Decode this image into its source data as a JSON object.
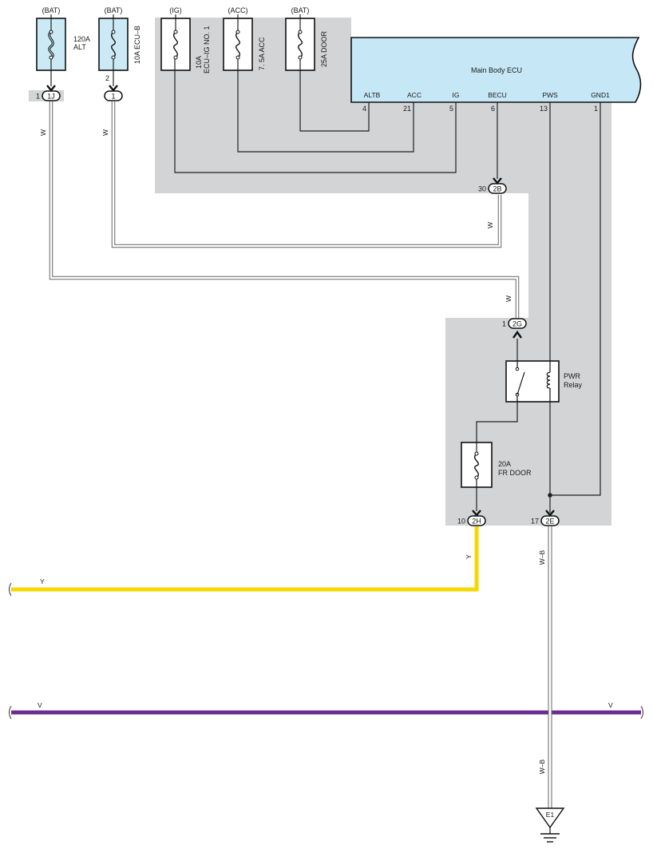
{
  "fuses": [
    {
      "source": "(BAT)",
      "rating": "120A",
      "name": "ALT"
    },
    {
      "source": "(BAT)",
      "rating": "10A",
      "name": "ECU–B"
    },
    {
      "source": "(IG)",
      "rating": "10A",
      "name": "ECU–IG NO. 1"
    },
    {
      "source": "(ACC)",
      "rating": "7. 5A",
      "name": "ACC"
    },
    {
      "source": "(BAT)",
      "rating": "25A",
      "name": "DOOR"
    }
  ],
  "ecu": {
    "title": "Main Body ECU",
    "terminals": [
      {
        "name": "ALTB",
        "pin": "4"
      },
      {
        "name": "ACC",
        "pin": "21"
      },
      {
        "name": "IG",
        "pin": "5"
      },
      {
        "name": "BECU",
        "pin": "6"
      },
      {
        "name": "PWS",
        "pin": "13"
      },
      {
        "name": "GND1",
        "pin": "1"
      }
    ]
  },
  "connectors": {
    "c1j": {
      "pin": "1",
      "name": "1J"
    },
    "c1": {
      "pin": "2",
      "name": "1"
    },
    "c2b": {
      "pin": "30",
      "name": "2B"
    },
    "c2g": {
      "pin": "1",
      "name": "2G"
    },
    "c2h": {
      "pin": "10",
      "name": "2H"
    },
    "c2e": {
      "pin": "17",
      "name": "2E"
    }
  },
  "relay": {
    "line1": "PWR",
    "line2": "Relay"
  },
  "fr_fuse": {
    "rating": "20A",
    "name": "FR DOOR"
  },
  "wires": {
    "w1": "W",
    "w2": "W",
    "w3": "W",
    "w4": "W",
    "y": "Y",
    "y_left": "Y",
    "v_left": "V",
    "v_right": "V",
    "wb_top": "W–B",
    "wb_bottom": "W–B"
  },
  "ground": {
    "name": "E1"
  },
  "colors": {
    "block": "#d3d4d6",
    "fuse_fill": "#cce9f6",
    "ecu_fill": "#c6e7f5",
    "yellow": "#f5d800",
    "violet": "#6a2c91"
  }
}
